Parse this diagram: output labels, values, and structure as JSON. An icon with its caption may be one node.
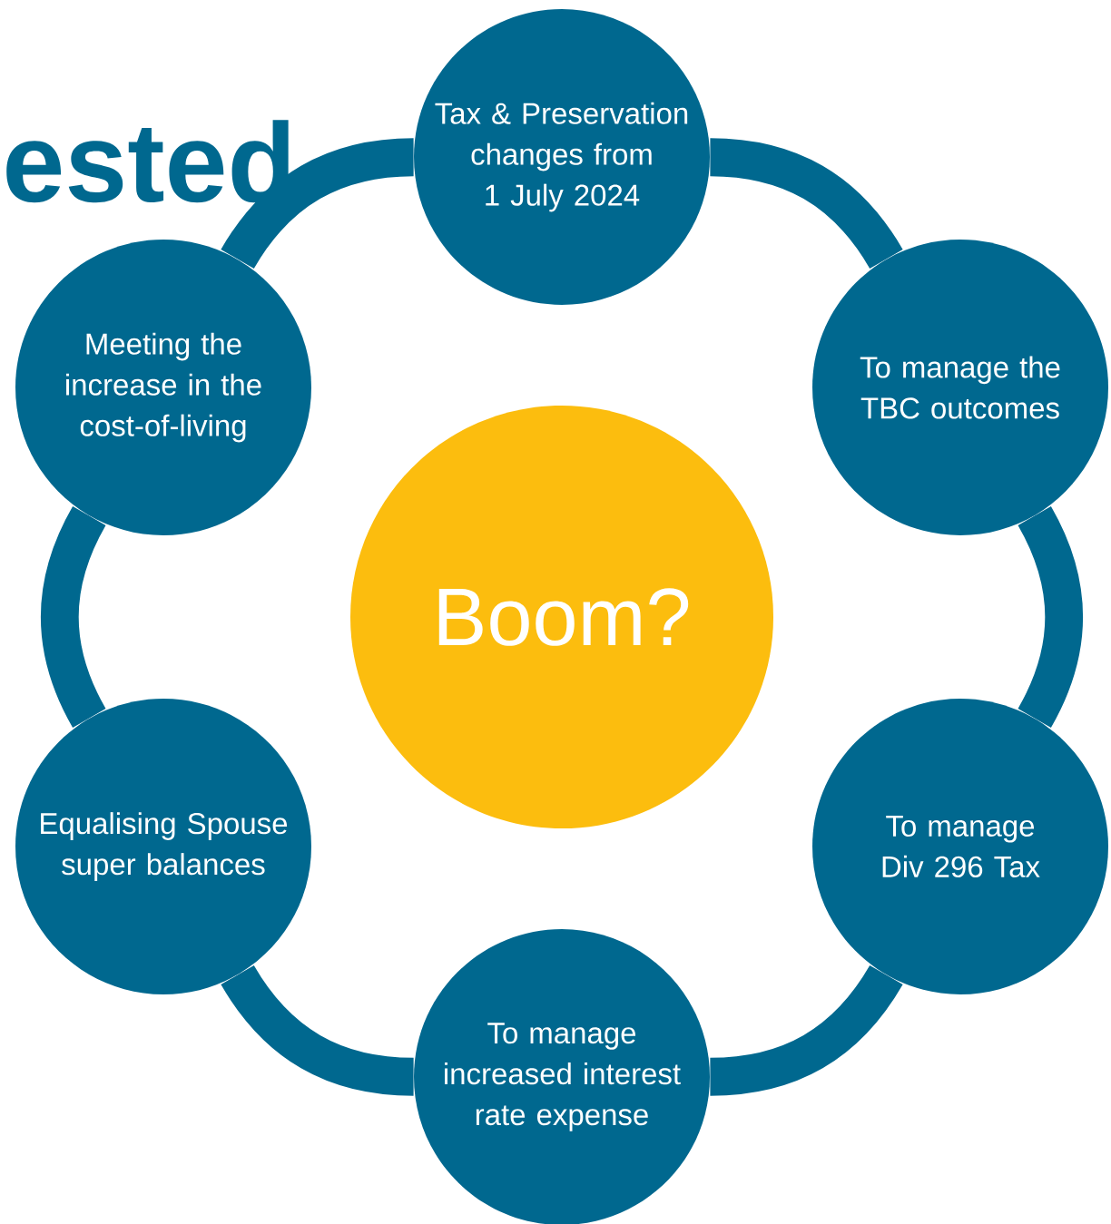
{
  "diagram": {
    "title": "ested",
    "nodes": [
      {
        "text": [
          "Tax & Preservation changes from 1 July 2024"
        ]
      },
      {
        "text": [
          "To manage the TBC outcomes"
        ]
      },
      {
        "text": [
          "To manage Div 296 Tax"
        ]
      },
      {
        "text": [
          "To manage increased interest rate expense"
        ]
      },
      {
        "text": [
          "Equalising Spouse super balances"
        ]
      },
      {
        "text": [
          "Meeting the increase in the cost-of-living"
        ]
      },
      {
        "text": [
          "Boom?"
        ]
      }
    ],
    "edges": [
      {
        "from": 0,
        "to": 1,
        "arrow": "none"
      },
      {
        "from": 1,
        "to": 2,
        "arrow": "none"
      },
      {
        "from": 2,
        "to": 3,
        "arrow": "none"
      },
      {
        "from": 3,
        "to": 4,
        "arrow": "none"
      },
      {
        "from": 4,
        "to": 5,
        "arrow": "none"
      },
      {
        "from": 5,
        "to": 0,
        "arrow": "none"
      }
    ]
  }
}
